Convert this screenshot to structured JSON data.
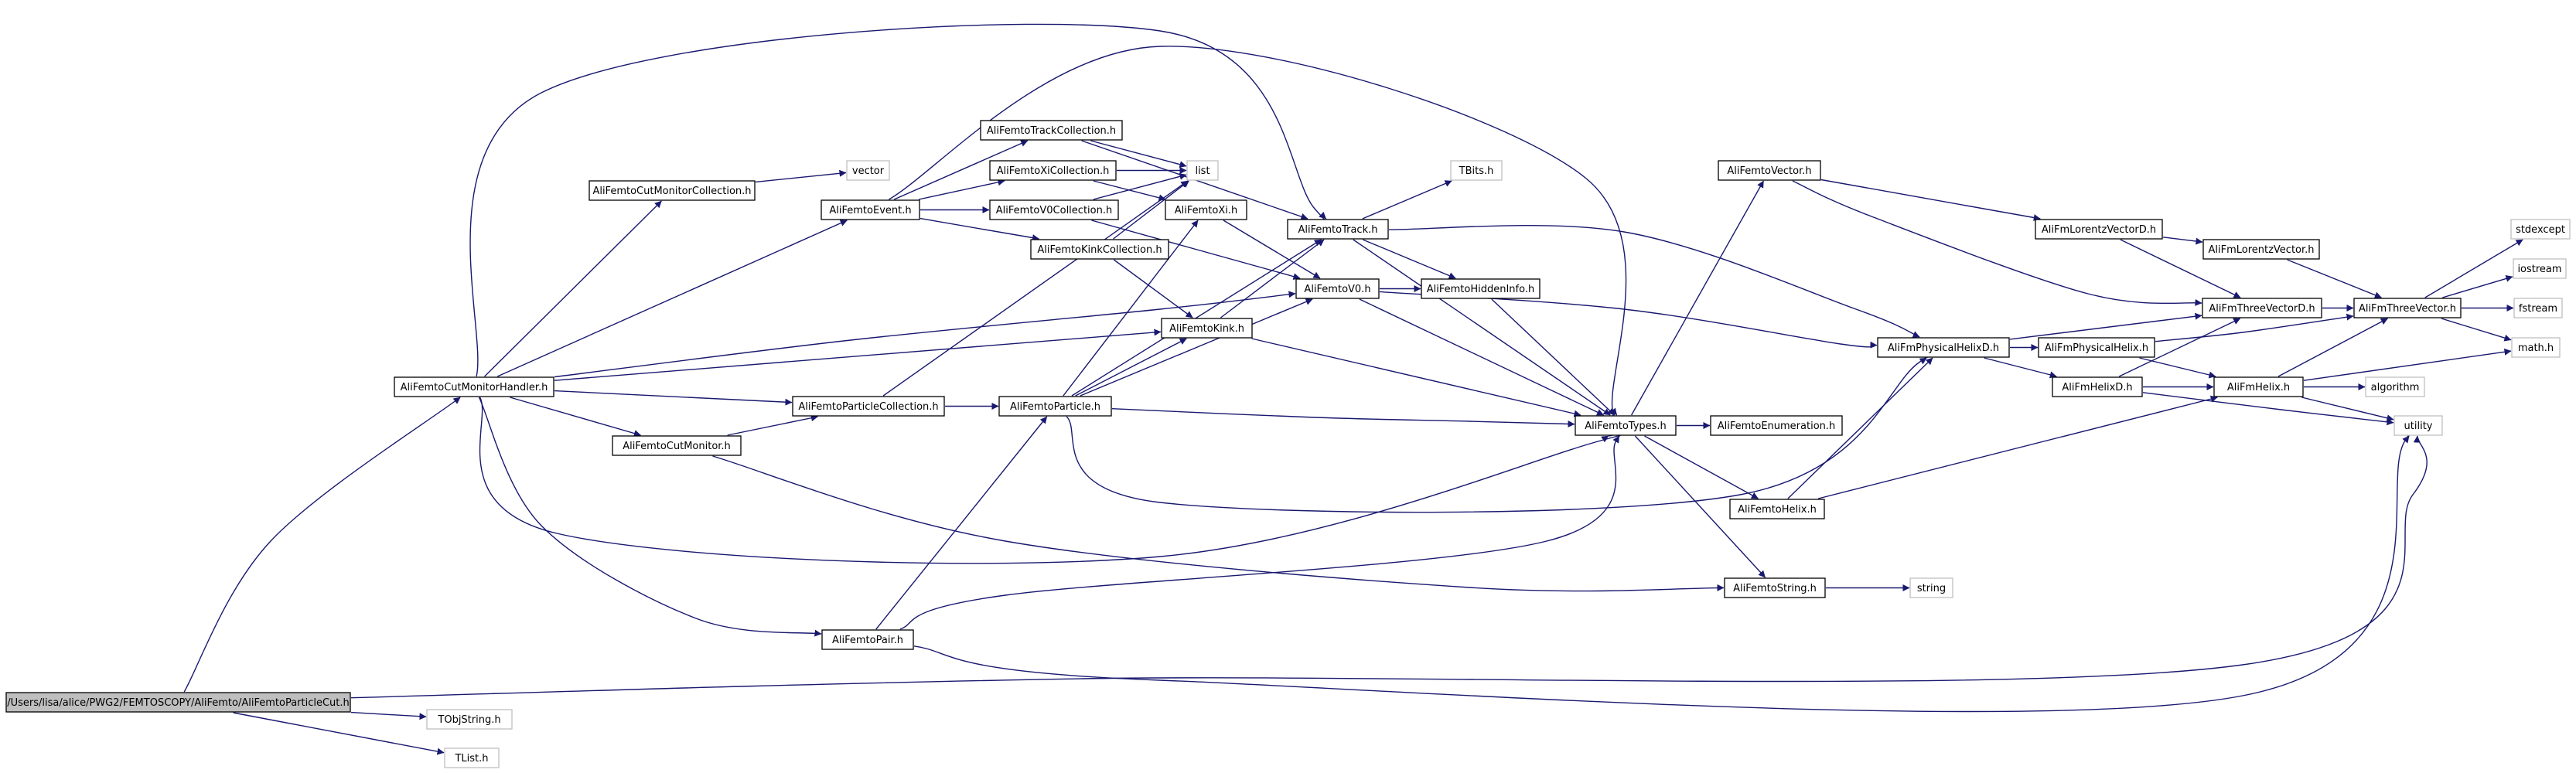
{
  "colors": {
    "edge": "#191970",
    "node_border": "#000000",
    "external_border": "#bfbfbf",
    "root_fill": "#bfbfbf",
    "background": "#ffffff"
  },
  "nodes": [
    {
      "id": "root",
      "label": "/Users/lisa/alice/PWG2/FEMTOSCOPY/AliFemto/AliFemtoParticleCut.h",
      "kind": "root"
    },
    {
      "id": "TObjString",
      "label": "TObjString.h",
      "kind": "external"
    },
    {
      "id": "TList",
      "label": "TList.h",
      "kind": "external"
    },
    {
      "id": "CutMonHandler",
      "label": "AliFemtoCutMonitorHandler.h",
      "kind": "normal"
    },
    {
      "id": "CutMonColl",
      "label": "AliFemtoCutMonitorCollection.h",
      "kind": "normal"
    },
    {
      "id": "vector",
      "label": "vector",
      "kind": "external"
    },
    {
      "id": "Event",
      "label": "AliFemtoEvent.h",
      "kind": "normal"
    },
    {
      "id": "TrackColl",
      "label": "AliFemtoTrackCollection.h",
      "kind": "normal"
    },
    {
      "id": "XiColl",
      "label": "AliFemtoXiCollection.h",
      "kind": "normal"
    },
    {
      "id": "V0Coll",
      "label": "AliFemtoV0Collection.h",
      "kind": "normal"
    },
    {
      "id": "KinkColl",
      "label": "AliFemtoKinkCollection.h",
      "kind": "normal"
    },
    {
      "id": "list",
      "label": "list",
      "kind": "external"
    },
    {
      "id": "Xi",
      "label": "AliFemtoXi.h",
      "kind": "normal"
    },
    {
      "id": "Track",
      "label": "AliFemtoTrack.h",
      "kind": "normal"
    },
    {
      "id": "TBits",
      "label": "TBits.h",
      "kind": "external"
    },
    {
      "id": "V0",
      "label": "AliFemtoV0.h",
      "kind": "normal"
    },
    {
      "id": "HiddenInfo",
      "label": "AliFemtoHiddenInfo.h",
      "kind": "normal"
    },
    {
      "id": "Kink",
      "label": "AliFemtoKink.h",
      "kind": "normal"
    },
    {
      "id": "PartColl",
      "label": "AliFemtoParticleCollection.h",
      "kind": "normal"
    },
    {
      "id": "Particle",
      "label": "AliFemtoParticle.h",
      "kind": "normal"
    },
    {
      "id": "CutMonitor",
      "label": "AliFemtoCutMonitor.h",
      "kind": "normal"
    },
    {
      "id": "Types",
      "label": "AliFemtoTypes.h",
      "kind": "normal"
    },
    {
      "id": "Enumeration",
      "label": "AliFemtoEnumeration.h",
      "kind": "normal"
    },
    {
      "id": "FemtoHelix",
      "label": "AliFemtoHelix.h",
      "kind": "normal"
    },
    {
      "id": "FString",
      "label": "AliFemtoString.h",
      "kind": "normal"
    },
    {
      "id": "string",
      "label": "string",
      "kind": "external"
    },
    {
      "id": "Pair",
      "label": "AliFemtoPair.h",
      "kind": "normal"
    },
    {
      "id": "FVector",
      "label": "AliFemtoVector.h",
      "kind": "normal"
    },
    {
      "id": "LorentzVecD",
      "label": "AliFmLorentzVectorD.h",
      "kind": "normal"
    },
    {
      "id": "LorentzVec",
      "label": "AliFmLorentzVector.h",
      "kind": "normal"
    },
    {
      "id": "PhysHelixD",
      "label": "AliFmPhysicalHelixD.h",
      "kind": "normal"
    },
    {
      "id": "PhysHelix",
      "label": "AliFmPhysicalHelix.h",
      "kind": "normal"
    },
    {
      "id": "HelixD",
      "label": "AliFmHelixD.h",
      "kind": "normal"
    },
    {
      "id": "ThreeVecD",
      "label": "AliFmThreeVectorD.h",
      "kind": "normal"
    },
    {
      "id": "ThreeVec",
      "label": "AliFmThreeVector.h",
      "kind": "normal"
    },
    {
      "id": "FmHelix",
      "label": "AliFmHelix.h",
      "kind": "normal"
    },
    {
      "id": "stdexcept",
      "label": "stdexcept",
      "kind": "external"
    },
    {
      "id": "iostream",
      "label": "iostream",
      "kind": "external"
    },
    {
      "id": "fstream",
      "label": "fstream",
      "kind": "external"
    },
    {
      "id": "math",
      "label": "math.h",
      "kind": "external"
    },
    {
      "id": "algorithm",
      "label": "algorithm",
      "kind": "external"
    },
    {
      "id": "utility",
      "label": "utility",
      "kind": "external"
    }
  ],
  "edges": [
    [
      "root",
      "CutMonHandler"
    ],
    [
      "root",
      "TObjString"
    ],
    [
      "root",
      "TList"
    ],
    [
      "root",
      "utility"
    ],
    [
      "CutMonHandler",
      "CutMonColl"
    ],
    [
      "CutMonHandler",
      "Event"
    ],
    [
      "CutMonHandler",
      "Track"
    ],
    [
      "CutMonHandler",
      "V0"
    ],
    [
      "CutMonHandler",
      "Kink"
    ],
    [
      "CutMonHandler",
      "PartColl"
    ],
    [
      "CutMonHandler",
      "CutMonitor"
    ],
    [
      "CutMonHandler",
      "Pair"
    ],
    [
      "CutMonHandler",
      "Types"
    ],
    [
      "CutMonColl",
      "vector"
    ],
    [
      "Event",
      "TrackColl"
    ],
    [
      "Event",
      "XiColl"
    ],
    [
      "Event",
      "V0Coll"
    ],
    [
      "Event",
      "KinkColl"
    ],
    [
      "Event",
      "Types"
    ],
    [
      "TrackColl",
      "list"
    ],
    [
      "TrackColl",
      "Track"
    ],
    [
      "XiColl",
      "list"
    ],
    [
      "XiColl",
      "Xi"
    ],
    [
      "V0Coll",
      "list"
    ],
    [
      "V0Coll",
      "V0"
    ],
    [
      "KinkColl",
      "list"
    ],
    [
      "KinkColl",
      "Kink"
    ],
    [
      "Xi",
      "V0"
    ],
    [
      "Track",
      "TBits"
    ],
    [
      "Track",
      "HiddenInfo"
    ],
    [
      "Track",
      "Types"
    ],
    [
      "Track",
      "PhysHelixD"
    ],
    [
      "V0",
      "HiddenInfo"
    ],
    [
      "V0",
      "Types"
    ],
    [
      "V0",
      "PhysHelixD"
    ],
    [
      "HiddenInfo",
      "Types"
    ],
    [
      "Kink",
      "Track"
    ],
    [
      "Kink",
      "Types"
    ],
    [
      "PartColl",
      "list"
    ],
    [
      "PartColl",
      "Particle"
    ],
    [
      "Particle",
      "Xi"
    ],
    [
      "Particle",
      "Track"
    ],
    [
      "Particle",
      "V0"
    ],
    [
      "Particle",
      "Kink"
    ],
    [
      "Particle",
      "Types"
    ],
    [
      "Particle",
      "PhysHelixD"
    ],
    [
      "CutMonitor",
      "PartColl"
    ],
    [
      "CutMonitor",
      "FString"
    ],
    [
      "Types",
      "FVector"
    ],
    [
      "Types",
      "Enumeration"
    ],
    [
      "Types",
      "FemtoHelix"
    ],
    [
      "Types",
      "FString"
    ],
    [
      "FemtoHelix",
      "PhysHelixD"
    ],
    [
      "FemtoHelix",
      "FmHelix"
    ],
    [
      "FString",
      "string"
    ],
    [
      "Pair",
      "Particle"
    ],
    [
      "Pair",
      "Types"
    ],
    [
      "Pair",
      "utility"
    ],
    [
      "FVector",
      "LorentzVecD"
    ],
    [
      "FVector",
      "ThreeVecD"
    ],
    [
      "LorentzVecD",
      "LorentzVec"
    ],
    [
      "LorentzVecD",
      "ThreeVecD"
    ],
    [
      "LorentzVec",
      "ThreeVec"
    ],
    [
      "PhysHelixD",
      "PhysHelix"
    ],
    [
      "PhysHelixD",
      "HelixD"
    ],
    [
      "PhysHelixD",
      "ThreeVecD"
    ],
    [
      "PhysHelix",
      "FmHelix"
    ],
    [
      "PhysHelix",
      "ThreeVec"
    ],
    [
      "HelixD",
      "FmHelix"
    ],
    [
      "HelixD",
      "ThreeVecD"
    ],
    [
      "HelixD",
      "utility"
    ],
    [
      "ThreeVecD",
      "ThreeVec"
    ],
    [
      "ThreeVec",
      "stdexcept"
    ],
    [
      "ThreeVec",
      "iostream"
    ],
    [
      "ThreeVec",
      "fstream"
    ],
    [
      "ThreeVec",
      "math"
    ],
    [
      "FmHelix",
      "ThreeVec"
    ],
    [
      "FmHelix",
      "math"
    ],
    [
      "FmHelix",
      "algorithm"
    ],
    [
      "FmHelix",
      "utility"
    ]
  ]
}
